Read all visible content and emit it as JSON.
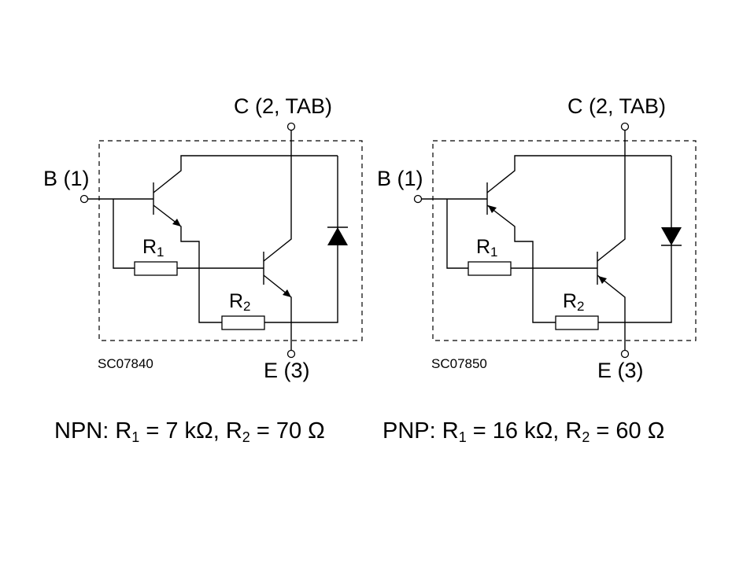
{
  "diagrams": [
    {
      "id": "npn",
      "type": "NPN",
      "collector_label": "C (2, TAB)",
      "base_label": "B (1)",
      "emitter_label": "E (3)",
      "r1_label": "R",
      "r1_sub": "1",
      "r2_label": "R",
      "r2_sub": "2",
      "code": "SC07840"
    },
    {
      "id": "pnp",
      "type": "PNP",
      "collector_label": "C (2, TAB)",
      "base_label": "B (1)",
      "emitter_label": "E (3)",
      "r1_label": "R",
      "r1_sub": "1",
      "r2_label": "R",
      "r2_sub": "2",
      "code": "SC07850"
    }
  ],
  "captions": {
    "npn": {
      "prefix": "NPN: R",
      "r1_sub": "1",
      "r1_value": " = 7 kΩ, R",
      "r2_sub": "2",
      "r2_value": " = 70 Ω"
    },
    "pnp": {
      "prefix": "PNP: R",
      "r1_sub": "1",
      "r1_value": " = 16 kΩ, R",
      "r2_sub": "2",
      "r2_value": " = 60 Ω"
    }
  },
  "colors": {
    "line": "#000000",
    "background": "#ffffff"
  }
}
